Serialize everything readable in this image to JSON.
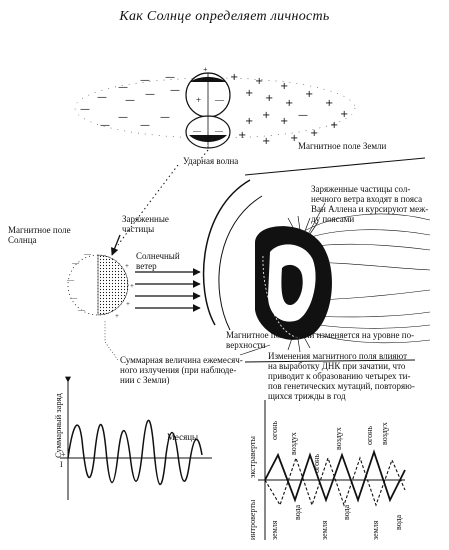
{
  "title": "Как Солнце определяет личность",
  "labels": {
    "shock_wave": "Ударная волна",
    "earth_field": "Магнитное поле Земли",
    "solar_field": "Магнитное поле\nСолнца",
    "charged_particles": "Заряженные\nчастицы",
    "solar_wind": "Солнечный\nветер",
    "van_allen": "Заряженные частицы сол-\nнечного ветра входят в пояса\nВан Аллена и курсируют меж-\nду поясами",
    "field_changes": "Магнитное поле Земли изменяется на уровне по-\nверхности",
    "dna": "Изменения магнитного поля влияют\nна выработку ДНК при зачатии, что\nприводит к образованию четырех ти-\nпов генетических мутаций, повторяю-\nщихся трижды в год",
    "monthly_sum": "Суммарная величина ежемесяч-\nного излучения (при наблюде-\nнии с Земли)",
    "total_charge": "Суммарный заряд",
    "months": "Месяцы",
    "extroverts": "экстраверты",
    "introverts": "интроверты",
    "plus": "+",
    "minus": "I"
  },
  "elements_top": [
    "огонь",
    "воздух",
    "огонь",
    "воздух",
    "огонь",
    "воздух"
  ],
  "elements_bottom": [
    "земля",
    "вода",
    "земля",
    "вода",
    "земля",
    "вода"
  ]
}
